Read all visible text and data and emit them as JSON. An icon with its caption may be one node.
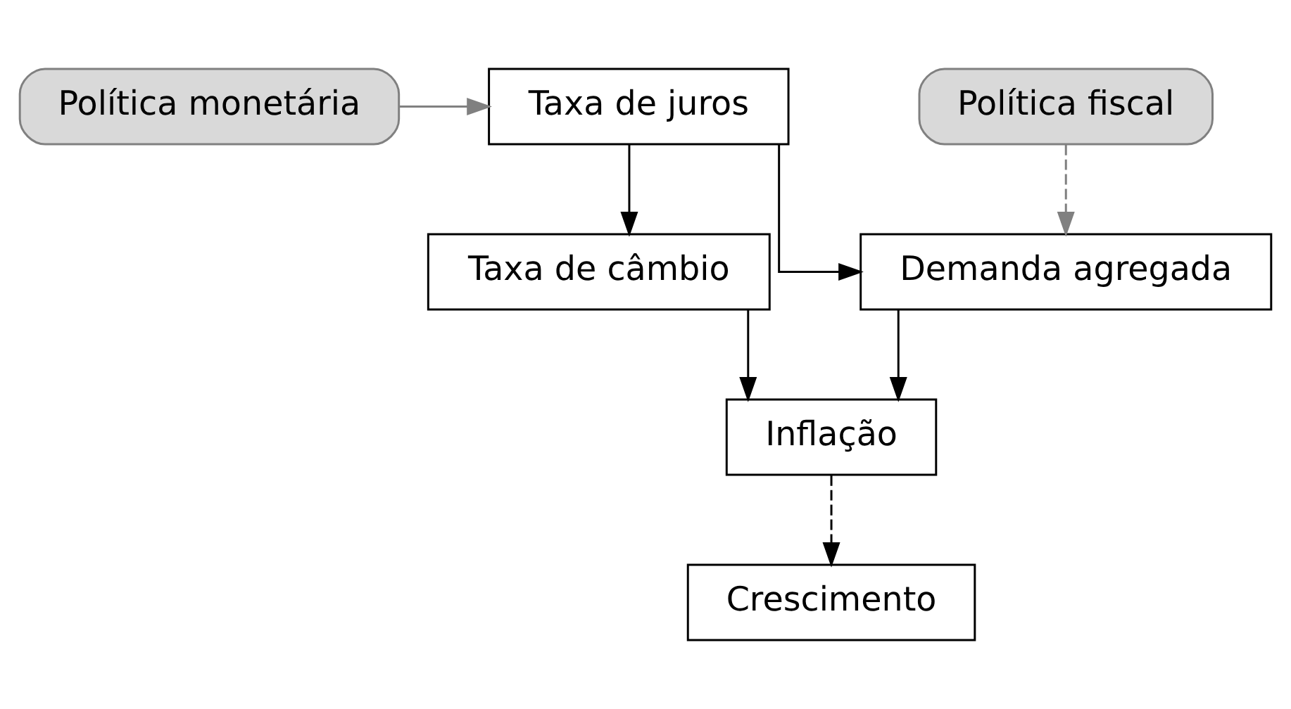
{
  "diagram": {
    "nodes": [
      {
        "text": [
          "Política monetária"
        ]
      },
      {
        "text": [
          "Taxa de juros"
        ]
      },
      {
        "text": [
          "Demanda agregada"
        ]
      },
      {
        "text": [
          "Taxa de câmbio"
        ]
      },
      {
        "text": [
          "Política fiscal"
        ]
      },
      {
        "text": [
          "Inflação"
        ]
      },
      {
        "text": [
          "Crescimento"
        ]
      }
    ],
    "edges": [
      {
        "from": 0,
        "to": 1,
        "arrow": "to",
        "color": "#808080"
      },
      {
        "from": 1,
        "to": 2,
        "arrow": "to"
      },
      {
        "from": 1,
        "to": 3,
        "arrow": "to"
      },
      {
        "from": 4,
        "to": 2,
        "arrow": "to",
        "style": "dashed",
        "color": "#808080"
      },
      {
        "from": 2,
        "to": 5,
        "arrow": "to"
      },
      {
        "from": 3,
        "to": 5,
        "arrow": "to"
      },
      {
        "from": 5,
        "to": 6,
        "arrow": "to",
        "style": "dashed"
      }
    ]
  }
}
